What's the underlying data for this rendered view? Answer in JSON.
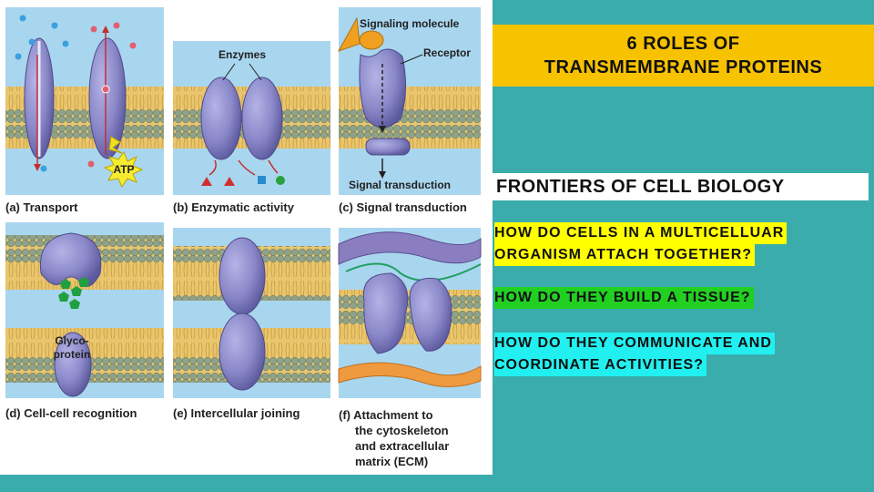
{
  "slide": {
    "title_line1": "6 ROLES OF",
    "title_line2": "TRANSMEMBRANE PROTEINS",
    "subtitle": "FRONTIERS OF CELL BIOLOGY",
    "questions": [
      {
        "line1": "HOW DO CELLS IN A MULTICELLUAR",
        "line2": "ORGANISM ATTACH TOGETHER?",
        "highlight": "#ffff00"
      },
      {
        "line1": "HOW DO THEY BUILD A TISSUE?",
        "highlight": "#22d022"
      },
      {
        "line1": "HOW DO THEY COMMUNICATE AND",
        "line2": "COORDINATE ACTIVITIES?",
        "highlight": "#22f0f0"
      }
    ],
    "background_color": "#3aacac",
    "title_color": "#f7c200"
  },
  "figure": {
    "panel_a": {
      "caption": "(a) Transport",
      "atp_label": "ATP"
    },
    "panel_b": {
      "caption": "(b) Enzymatic activity",
      "label": "Enzymes"
    },
    "panel_c": {
      "caption": "(c) Signal transduction",
      "signal_label": "Signaling molecule",
      "receptor_label": "Receptor",
      "transduction_label": "Signal transduction"
    },
    "panel_d": {
      "caption": "(d) Cell-cell recognition",
      "glyco_line1": "Glyco-",
      "glyco_line2": "protein"
    },
    "panel_e": {
      "caption": "(e) Intercellular joining"
    },
    "panel_f": {
      "caption_line1": "(f) Attachment to",
      "caption_line2": "the cytoskeleton",
      "caption_line3": "and extracellular",
      "caption_line4": "matrix (ECM)"
    },
    "colors": {
      "extracellular": "#a9d6ef",
      "membrane_tail": "#e8c46c",
      "membrane_head": "#8fa38a",
      "protein": "#8a88c8",
      "protein_dark": "#5c5a9e"
    }
  }
}
